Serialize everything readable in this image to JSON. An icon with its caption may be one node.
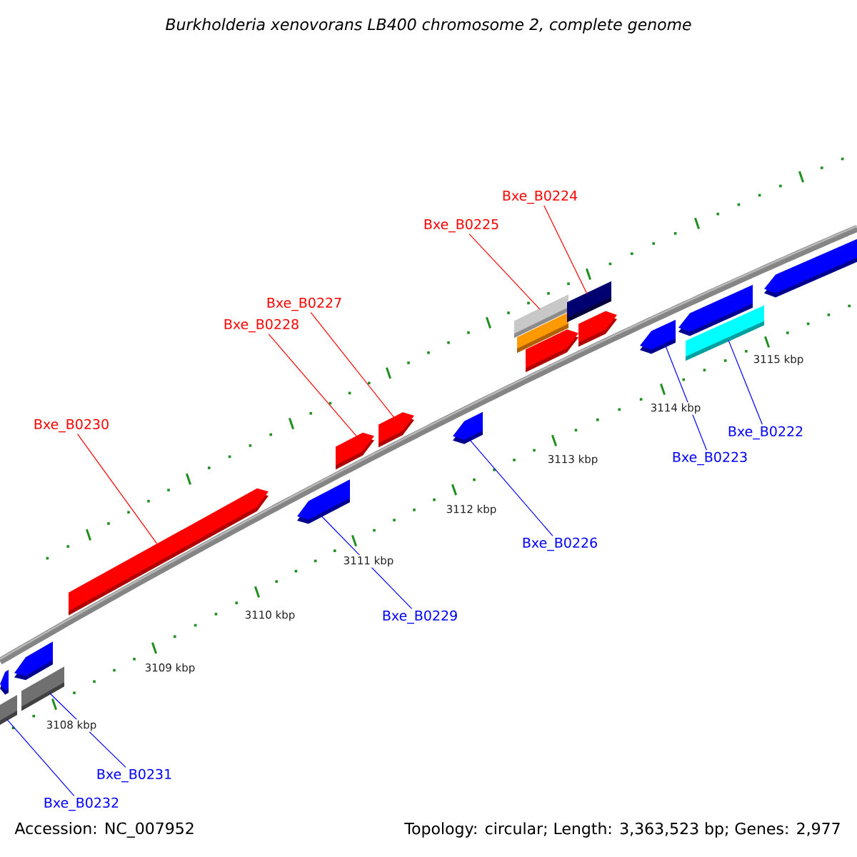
{
  "diagram": {
    "title": "Burkholderia xenovorans LB400 chromosome 2, complete genome",
    "nodes": [
      {
        "text": [
          "Bxe_B0224"
        ]
      },
      {
        "text": [
          "Bxe_B0225"
        ]
      },
      {
        "text": [
          "Bxe_B0227"
        ]
      },
      {
        "text": [
          "Bxe_B0228"
        ]
      },
      {
        "text": [
          "Bxe_B0230"
        ]
      },
      {
        "text": [
          "Bxe_B0222"
        ]
      },
      {
        "text": [
          "Bxe_B0223"
        ]
      },
      {
        "text": [
          "Bxe_B0226"
        ]
      },
      {
        "text": [
          "Bxe_B0229"
        ]
      },
      {
        "text": [
          "Bxe_B0231"
        ]
      },
      {
        "text": [
          "Bxe_B0232"
        ]
      },
      {
        "text": [],
        "shape": "box"
      },
      {
        "text": [],
        "shape": "arrow"
      },
      {
        "text": [],
        "shape": "arrow"
      },
      {
        "text": [],
        "shape": "box"
      },
      {
        "text": [],
        "shape": "arrow"
      },
      {
        "text": [],
        "shape": "arrow"
      },
      {
        "text": [],
        "shape": "arrow"
      },
      {
        "text": [],
        "shape": "arrow"
      },
      {
        "text": [],
        "shape": "arrow"
      },
      {
        "text": [],
        "shape": "box"
      },
      {
        "text": [],
        "shape": "box"
      },
      {
        "text": [],
        "shape": "arrow"
      },
      {
        "text": [],
        "shape": "box"
      },
      {
        "text": [],
        "shape": "arrow"
      },
      {
        "text": [],
        "shape": "arrow"
      },
      {
        "text": [],
        "shape": "arrow"
      },
      {
        "text": [],
        "shape": "box"
      },
      {
        "text": [],
        "shape": "arrow"
      }
    ],
    "edges": [
      {
        "from": 0,
        "to": 23,
        "arrow": "none",
        "color": "#ff0000"
      },
      {
        "from": 1,
        "to": 20,
        "arrow": "none",
        "color": "#ff0000"
      },
      {
        "from": 2,
        "to": 18,
        "arrow": "none",
        "color": "#ff0000"
      },
      {
        "from": 3,
        "to": 17,
        "arrow": "none",
        "color": "#ff0000"
      },
      {
        "from": 4,
        "to": 15,
        "arrow": "none",
        "color": "#ff0000"
      },
      {
        "from": 5,
        "to": 27,
        "arrow": "none"
      },
      {
        "from": 6,
        "to": 25,
        "arrow": "none"
      },
      {
        "from": 7,
        "to": 19,
        "arrow": "none"
      },
      {
        "from": 8,
        "to": 16,
        "arrow": "none"
      },
      {
        "from": 9,
        "to": 14,
        "arrow": "none"
      },
      {
        "from": 10,
        "to": 11,
        "arrow": "none"
      }
    ],
    "labels": [
      "3115 kbp",
      "3114 kbp",
      "3113 kbp",
      "3112 kbp",
      "3111 kbp",
      "3110 kbp",
      "3109 kbp",
      "3108 kbp",
      "Accession: NC_007952",
      "Topology: circular; Length: 3,363,523 bp; Genes: 2,977"
    ]
  }
}
